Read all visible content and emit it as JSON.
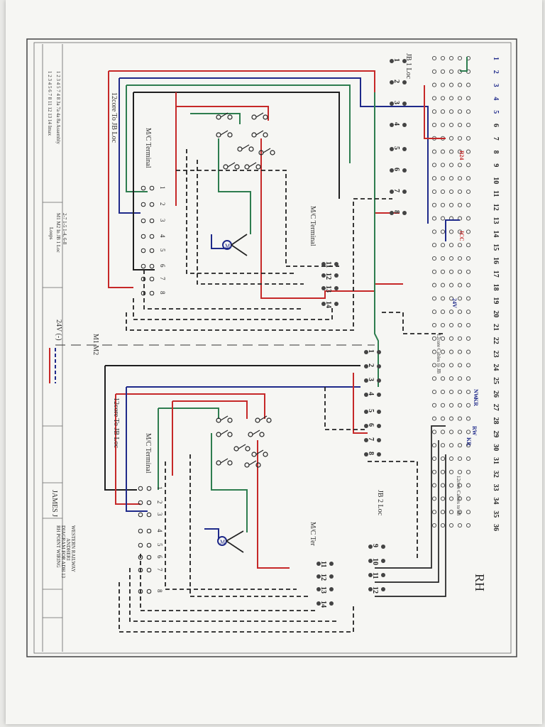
{
  "title_block": {
    "line1": "RH POINT WIRING",
    "line2": "DIAGRAM FOR ADH 13",
    "line3": "ANDHERI",
    "line4": "WESTERN RAILWAY",
    "drawn_by": "JAMES J"
  },
  "sheet_mark": "RH",
  "labels": {
    "jb1": "JB 1 Loc",
    "jb2": "JB 2 Loc",
    "mc_terminal": "M/C Terminal",
    "mc_ter": "M/C Ter",
    "zcore_to_jb_loc": "12core To JB Loc",
    "m1_m2": "M1   M2",
    "supply": "24V (-)",
    "cables_to_jb_top": "12core Cables to JB",
    "cables_to_jb_bottom": "12core Cables to JB"
  },
  "table_assembly": {
    "row1": [
      "1",
      "2",
      "3",
      "4",
      "5",
      "6",
      "7",
      "8",
      "11",
      "12",
      "13",
      "14",
      "Imax"
    ],
    "row2": [
      "1",
      "2",
      "3",
      "4",
      "5",
      "7",
      "4",
      "8",
      "3a",
      "7a",
      "4a",
      "8a",
      "Assembly"
    ]
  },
  "table_loops": {
    "header": "Loops",
    "cols": [
      "M1",
      "M2",
      "In JB 1 Loc"
    ],
    "vals": [
      "2-7",
      "1-5",
      "1-4, 6-8"
    ]
  },
  "terminal_numbers": [
    "1",
    "2",
    "3",
    "4",
    "5",
    "6",
    "7",
    "8",
    "9",
    "10",
    "11",
    "12",
    "13",
    "14",
    "15",
    "16",
    "17",
    "18",
    "19",
    "20",
    "21",
    "22",
    "23",
    "24",
    "25",
    "26",
    "27",
    "28",
    "29",
    "30",
    "31",
    "32",
    "33",
    "34",
    "35",
    "36"
  ],
  "terminal_tags": [
    "B24",
    "ICC",
    "24V",
    "NW",
    "KR",
    "RW",
    "KR"
  ],
  "jb1_terms": [
    "1",
    "2",
    "3",
    "4",
    "5",
    "6",
    "7",
    "8"
  ],
  "jb_lower_terms": [
    "11",
    "12",
    "13",
    "14"
  ],
  "jb2_terms": [
    "1",
    "2",
    "3",
    "4",
    "5",
    "6",
    "7",
    "8"
  ],
  "jb2_lower_terms": [
    "9",
    "10",
    "11",
    "12"
  ],
  "mc_terms": [
    "1",
    "2",
    "3",
    "4",
    "5",
    "6",
    "7",
    "8"
  ],
  "colors": {
    "red": "#c62828",
    "blue": "#1f2a8a",
    "green": "#2e7d4f",
    "black": "#1e1e1e"
  }
}
